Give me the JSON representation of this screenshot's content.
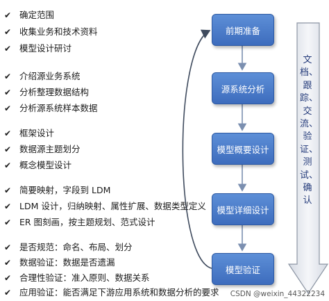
{
  "checklist": [
    {
      "group": 1,
      "text": "确定范围"
    },
    {
      "group": 1,
      "text": "收集业务和技术资料"
    },
    {
      "group": 1,
      "text": "模型设计研讨"
    },
    {
      "group": 2,
      "text": "介绍源业务系统"
    },
    {
      "group": 2,
      "text": "分析整理数据结构"
    },
    {
      "group": 2,
      "text": "分析源系统样本数据"
    },
    {
      "group": 3,
      "text": "框架设计"
    },
    {
      "group": 3,
      "text": "数据源主题划分"
    },
    {
      "group": 3,
      "text": "概念模型设计"
    },
    {
      "group": 4,
      "text": "简要映射，字段到 LDM"
    },
    {
      "group": 4,
      "text": "LDM 设计，归纳映射、属性扩展、数据类型定义"
    },
    {
      "group": 4,
      "text": "ER 图刻画，按主题规划、范式设计"
    },
    {
      "group": 5,
      "text": "是否规范：命名、布局、划分"
    },
    {
      "group": 5,
      "text": "数据验证：数据是否遗漏"
    },
    {
      "group": 5,
      "text": "合理性验证：准入原则、数据关系"
    },
    {
      "group": 5,
      "text": "应用验证：能否满足下游应用系统和数据分析的要求"
    }
  ],
  "stages": [
    "前期准备",
    "源系统分析",
    "模型概要设计",
    "模型详细设计",
    "模型验证"
  ],
  "side_label": "文档、跟踪、交流、验证、测试、确认",
  "watermark": "CSDN @weixin_44322234",
  "colors": {
    "box": "#4a7bcb",
    "arrow_fill": "#e9ecf2",
    "arrow_stroke": "#8c95a3",
    "loop": "#3f4b5e",
    "connector": "#7b8fb0"
  }
}
